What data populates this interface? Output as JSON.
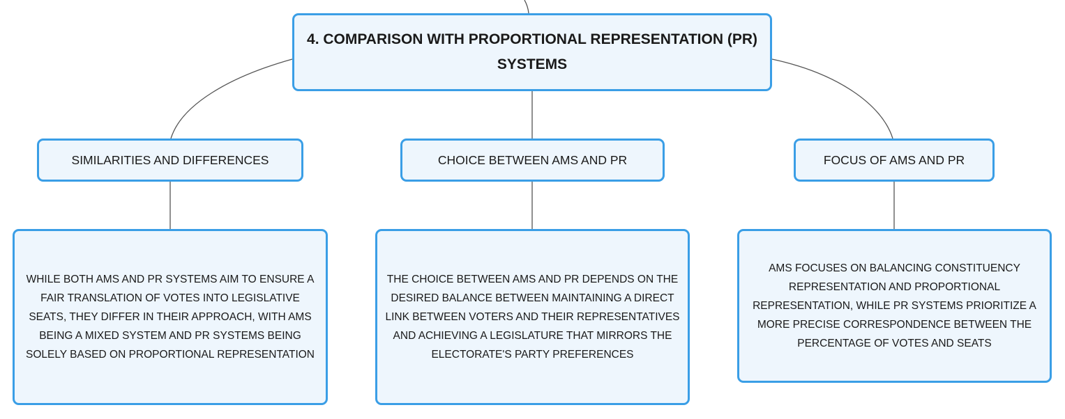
{
  "diagram": {
    "root": {
      "title": "4. COMPARISON WITH PROPORTIONAL REPRESENTATION (PR) SYSTEMS"
    },
    "branches": [
      {
        "label": "SIMILARITIES AND DIFFERENCES",
        "detail": "WHILE BOTH AMS AND PR SYSTEMS AIM TO ENSURE A FAIR TRANSLATION OF VOTES INTO LEGISLATIVE SEATS, THEY DIFFER IN THEIR APPROACH, WITH AMS BEING A MIXED SYSTEM AND PR SYSTEMS BEING SOLELY BASED ON PROPORTIONAL REPRESENTATION"
      },
      {
        "label": "CHOICE BETWEEN AMS AND PR",
        "detail": "THE CHOICE BETWEEN AMS AND PR DEPENDS ON THE DESIRED BALANCE BETWEEN MAINTAINING A DIRECT LINK BETWEEN VOTERS AND THEIR REPRESENTATIVES AND ACHIEVING A LEGISLATURE THAT MIRRORS THE ELECTORATE'S PARTY PREFERENCES"
      },
      {
        "label": "FOCUS OF AMS AND PR",
        "detail": "AMS FOCUSES ON BALANCING CONSTITUENCY REPRESENTATION AND PROPORTIONAL REPRESENTATION, WHILE PR SYSTEMS PRIORITIZE A MORE PRECISE CORRESPONDENCE BETWEEN THE PERCENTAGE OF VOTES AND SEATS"
      }
    ]
  },
  "colors": {
    "node_fill": "#eef6fd",
    "node_border": "#3a9ee6",
    "connector": "#555555",
    "text": "#1a1a1a"
  }
}
